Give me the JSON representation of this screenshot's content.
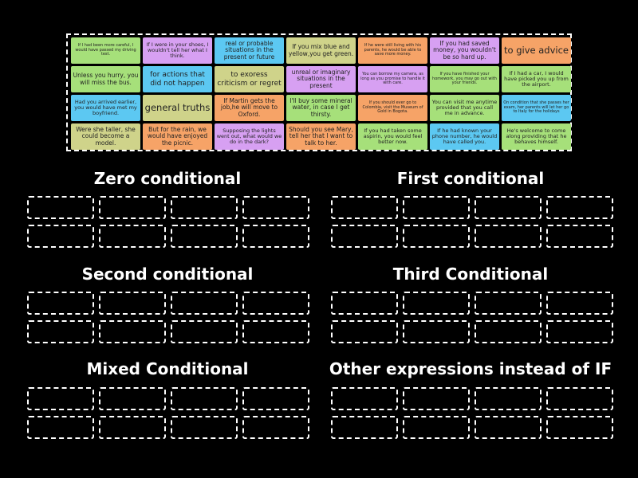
{
  "colors": {
    "background": "#000000",
    "green": "#a6e07a",
    "purple": "#d7a0f2",
    "blue": "#5cc8f2",
    "olive": "#cfd38a",
    "orange": "#f6a367"
  },
  "cards": [
    {
      "text": "If I had been more careful, I would have passed my driving test.",
      "color": "#a6e07a",
      "size": "s5"
    },
    {
      "text": "If I were in your shoes, I wouldn't tell her what I think.",
      "color": "#d7a0f2",
      "size": "s6"
    },
    {
      "text": "real or probable situations in the present or future",
      "color": "#5cc8f2",
      "size": "s7"
    },
    {
      "text": "If you mix blue and yellow,you get green.",
      "color": "#cfd38a",
      "size": "s7"
    },
    {
      "text": "If he were still living with his parents, he would be able to save more money.",
      "color": "#f6a367",
      "size": "s5"
    },
    {
      "text": "If you had saved money, you wouldn't be so hard up.",
      "color": "#d7a0f2",
      "size": "s7"
    },
    {
      "text": "to give advice",
      "color": "#f6a367",
      "size": "s11"
    },
    {
      "text": "Unless you hurry, you will miss the bus.",
      "color": "#a6e07a",
      "size": "s7"
    },
    {
      "text": "for actions that did not happen",
      "color": "#5cc8f2",
      "size": "s8"
    },
    {
      "text": "to exoress criticism or regret",
      "color": "#cfd38a",
      "size": "s8"
    },
    {
      "text": "unreal or imaginary situations in the present",
      "color": "#d7a0f2",
      "size": "s7"
    },
    {
      "text": "You can borrow my camera, as long as you promise to handle it with care.",
      "color": "#d7a0f2",
      "size": "s5"
    },
    {
      "text": "If you have finished your homework, you may go out with your friends.",
      "color": "#a6e07a",
      "size": "s5"
    },
    {
      "text": "If I had a car, I would have picked you up from the airport.",
      "color": "#a6e07a",
      "size": "s6"
    },
    {
      "text": "Had you arrived earlier, you would have met my boyfriend.",
      "color": "#5cc8f2",
      "size": "s6"
    },
    {
      "text": "general truths",
      "color": "#cfd38a",
      "size": "s11"
    },
    {
      "text": "If Martin gets the job,he will move to Oxford.",
      "color": "#f6a367",
      "size": "s7"
    },
    {
      "text": "I'll buy some mineral water, in case I get thirsty.",
      "color": "#a6e07a",
      "size": "s7"
    },
    {
      "text": "If you should ever go to Colombia, visit the Museum of Gold in Bogota.",
      "color": "#f6a367",
      "size": "s5"
    },
    {
      "text": "You can visit me anytime provided that you call me in advance.",
      "color": "#a6e07a",
      "size": "s6"
    },
    {
      "text": "On condition that she passes her exam, her parents will let her go to Italy for the holidays",
      "color": "#5cc8f2",
      "size": "s5"
    },
    {
      "text": "Were she taller, she could become a model.",
      "color": "#cfd38a",
      "size": "s7"
    },
    {
      "text": "But for the rain, we would have enjoyed the picnic.",
      "color": "#f6a367",
      "size": "s7"
    },
    {
      "text": "Supposing the lights went out, what would we do in the dark?",
      "color": "#d7a0f2",
      "size": "s6"
    },
    {
      "text": "Should you see Mary, tell her that I want to talk to her.",
      "color": "#f6a367",
      "size": "s7"
    },
    {
      "text": "If you had taken some aspirin, you would feel better now.",
      "color": "#a6e07a",
      "size": "s6"
    },
    {
      "text": "If he had known your phone number, he would have called you.",
      "color": "#5cc8f2",
      "size": "s6"
    },
    {
      "text": "He's welcome to come along providing that he behaves himself.",
      "color": "#a6e07a",
      "size": "s6"
    }
  ],
  "categories": {
    "zero": "Zero conditional",
    "first": "First conditional",
    "second": "Second conditional",
    "third": "Third Conditional",
    "mixed": "Mixed Conditional",
    "other": "Other expressions instead of IF"
  }
}
